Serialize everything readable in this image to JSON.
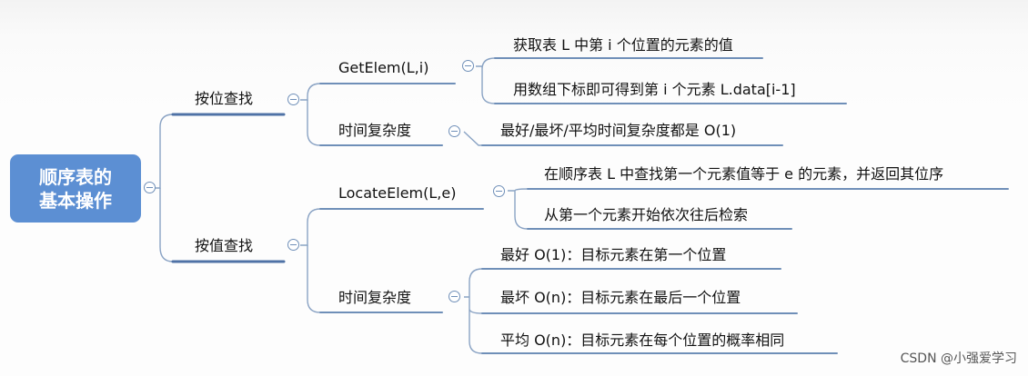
{
  "root": {
    "line1": "顺序表的",
    "line2": "基本操作"
  },
  "by_position": {
    "label": "按位查找",
    "getelem": {
      "label": "GetElem(L,i)",
      "items": [
        "获取表 L 中第 i 个位置的元素的值",
        "用数组下标即可得到第 i 个元素 L.data[i-1]"
      ]
    },
    "complexity": {
      "label": "时间复杂度",
      "items": [
        "最好/最坏/平均时间复杂度都是 O(1)"
      ]
    }
  },
  "by_value": {
    "label": "按值查找",
    "locateelem": {
      "label": "LocateElem(L,e)",
      "items": [
        "在顺序表 L 中查找第一个元素值等于 e 的元素，并返回其位序",
        "从第一个元素开始依次往后检索"
      ]
    },
    "complexity": {
      "label": "时间复杂度",
      "items": [
        "最好 O(1)：目标元素在第一个位置",
        "最坏 O(n)：目标元素在最后一个位置",
        "平均 O(n)：目标元素在每个位置的概率相同"
      ]
    }
  },
  "watermark": "CSDN @小强爱学习",
  "colors": {
    "root_fill": "#5c8fd3",
    "line": "#6f8fb8",
    "accent_line": "#4f72a6"
  }
}
